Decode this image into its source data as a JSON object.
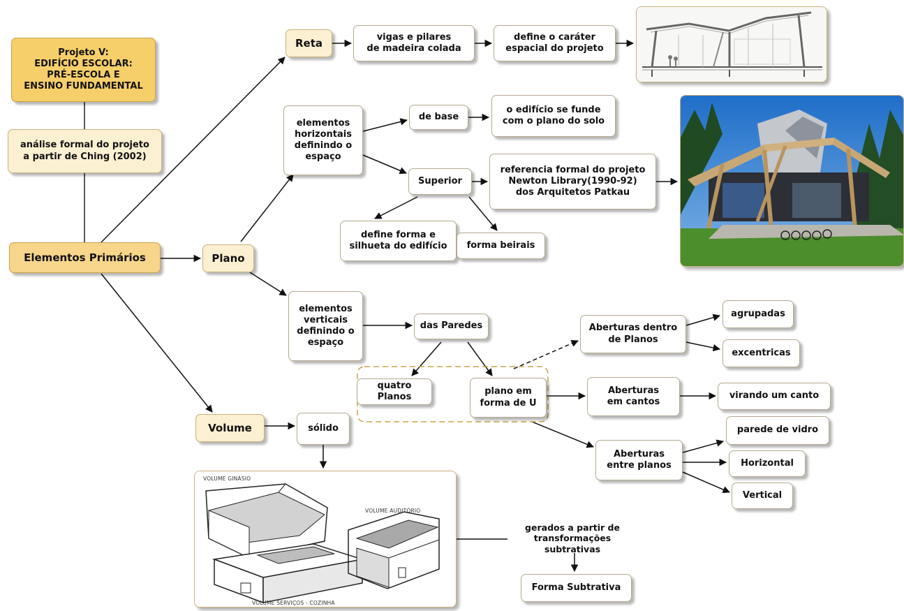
{
  "project_title": "Projeto V:\nEDIFÍCIO ESCOLAR:\nPRÉ-ESCOLA E\nENSINO FUNDAMENTAL",
  "analysis": "análise formal do projeto\na partir de Ching (2002)",
  "primary": "Elementos Primários",
  "reta": {
    "label": "Reta",
    "vigas": "vigas e pilares\nde madeira colada",
    "define_carater": "define o caráter\nespacial do projeto"
  },
  "plano": {
    "label": "Plano",
    "horizontais": "elementos\nhorizontais\ndefinindo o\nespaço",
    "de_base": "de base",
    "funde": "o edifício se  funde\ncom o plano do solo",
    "superior": "Superior",
    "referencia": "referencia formal do projeto\nNewton Library(1990-92)\ndos Arquitetos Patkau",
    "silhueta": "define forma e\nsilhueta do edifício",
    "beirais": "forma beirais",
    "verticais": "elementos\nverticais\ndefinindo o\nespaço",
    "paredes": "das Paredes",
    "quatro_planos": "quatro Planos",
    "plano_u": "plano em\nforma de U",
    "aberturas_dentro": "Aberturas dentro\nde Planos",
    "agrupadas": "agrupadas",
    "excentricas": "excentricas",
    "aberturas_cantos": "Aberturas\nem cantos",
    "virando": "virando um canto",
    "aberturas_entre": "Aberturas\nentre planos",
    "parede_vidro": "parede de vidro",
    "horizontal": "Horizontal",
    "vertical": "Vertical"
  },
  "volume": {
    "label": "Volume",
    "solido": "sólido",
    "gerados": "gerados a partir de\ntransformações subtrativas",
    "forma_subtrativa": "Forma Subtrativa",
    "captions": {
      "ginasio": "VOLUME GINÁSIO",
      "auditorio": "VOLUME AUDITÓRIO",
      "servicos": "VOLUME SERVIÇOS - COZINHA"
    }
  },
  "colors": {
    "title_fill": "#f6cf6b",
    "node_fill": "#fbf0d2",
    "border": "#b3a98f",
    "dashed": "#c9a14a"
  }
}
